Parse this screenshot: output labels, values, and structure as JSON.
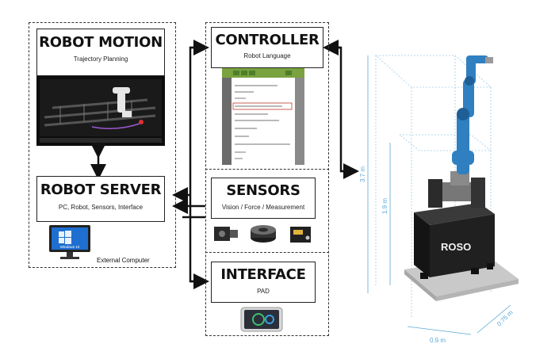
{
  "left_group": {
    "robot_motion": {
      "title": "ROBOT MOTION",
      "subtitle": "Trajectory Planning"
    },
    "robot_server": {
      "title": "ROBOT  SERVER",
      "subtitle": "PC, Robot, Sensors, Interface",
      "computer_label": "External Computer",
      "screen_text": "Windows 10"
    }
  },
  "right_group": {
    "controller": {
      "title": "CONTROLLER",
      "subtitle": "Robot Language"
    },
    "sensors": {
      "title": "SENSORS",
      "subtitle": "Vision / Force / Measurement"
    },
    "interface": {
      "title": "INTERFACE",
      "subtitle": "PAD"
    }
  },
  "robot": {
    "brand": "ROSO",
    "dimensions": {
      "height_total": "3.7 m",
      "height_base": "1.9 m",
      "width": "0.9 m",
      "depth": "0.75 m"
    }
  },
  "colors": {
    "arm_blue": "#2f7fc1",
    "dimension_blue": "#5aa9d6",
    "base_black": "#1b1b1b"
  }
}
